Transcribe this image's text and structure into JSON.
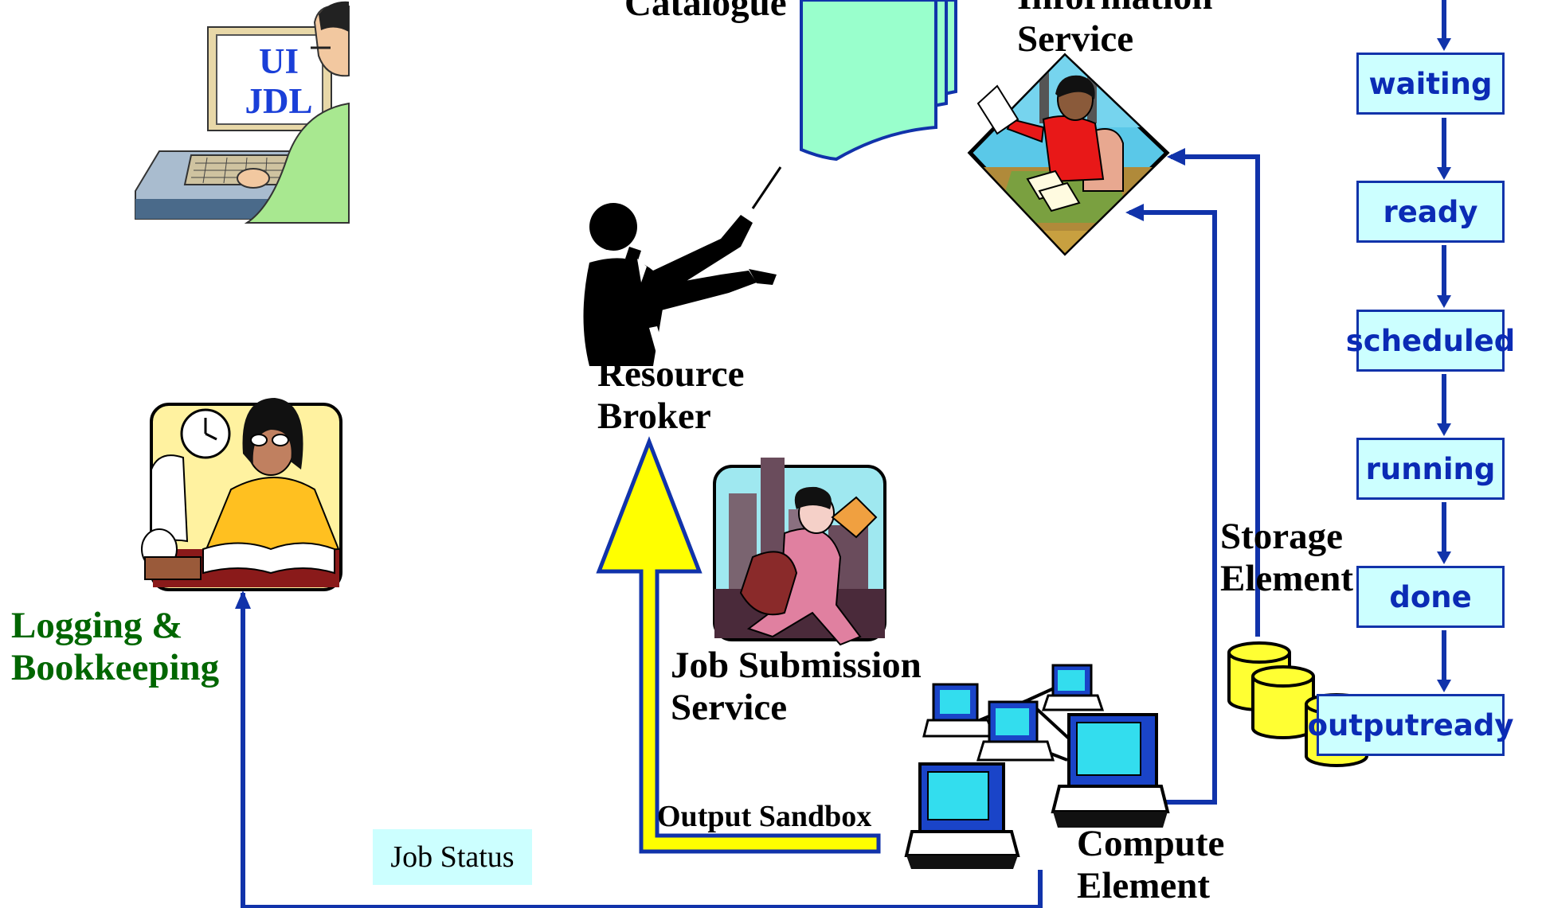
{
  "labels": {
    "ui_line1": "UI",
    "ui_line2": "JDL",
    "catalogue": "Catalogue",
    "info_line1": "Information",
    "info_line2": "Service",
    "rb_line1": "Resource",
    "rb_line2": "Broker",
    "jss_line1": "Job Submission",
    "jss_line2": "Service",
    "lb_line1": "Logging &",
    "lb_line2": "Bookkeeping",
    "se_line1": "Storage",
    "se_line2": "Element",
    "ce_line1": "Compute",
    "ce_line2": "Element",
    "output_sandbox": "Output Sandbox",
    "job_status": "Job Status"
  },
  "job_states": [
    "waiting",
    "ready",
    "scheduled",
    "running",
    "done",
    "outputready"
  ],
  "icons": {
    "user": "user-at-computer-icon",
    "catalogue": "catalogue-documents-icon",
    "information": "information-service-icon",
    "broker": "conductor-icon",
    "submission": "courier-icon",
    "logging": "bookkeeper-icon",
    "storage": "storage-cylinders-icon",
    "compute": "computer-network-icon"
  },
  "colors": {
    "arrow_blue": "#1133aa",
    "sandbox_yellow": "#ffff00",
    "state_fill": "#ccffff",
    "state_text": "#0b2bb5",
    "ui_text": "#1a3fd8",
    "lb_text": "#006600"
  }
}
